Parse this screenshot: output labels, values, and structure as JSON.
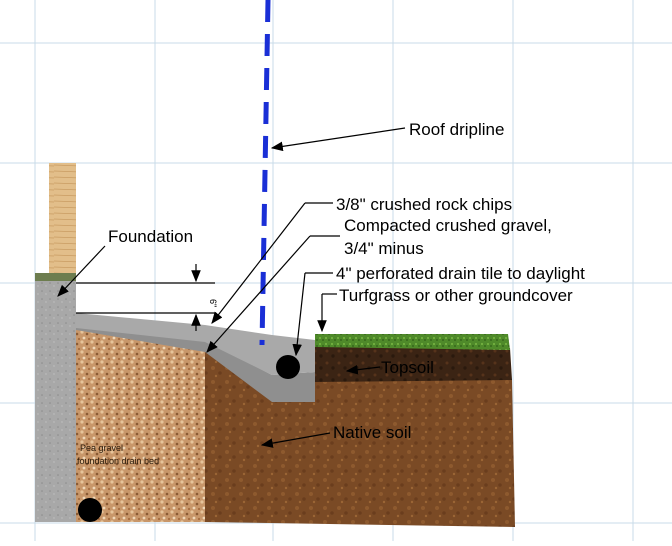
{
  "labels": {
    "roof_dripline": "Roof dripline",
    "rock_chips": "3/8\" crushed rock chips",
    "compacted_gravel_1": "Compacted crushed gravel,",
    "compacted_gravel_2": "3/4\" minus",
    "foundation": "Foundation",
    "drain_tile": "4\" perforated drain tile to daylight",
    "turfgrass": "Turfgrass or other groundcover",
    "topsoil": "Topsoil",
    "native_soil": "Native soil",
    "pea_gravel_1": "Pea gravel",
    "pea_gravel_2": "foundation drain bed",
    "dimension": "6\""
  },
  "colors": {
    "dripline": "#1a2fd6",
    "grid": "#c9dbe9",
    "foundation": "#a8a8a8",
    "pea_gravel": "#c8976a",
    "native_soil": "#7a4a25",
    "topsoil": "#3b2414",
    "turf": "#4f8a2a",
    "gravel": "#9a9a9a",
    "wood": "#e2be8a"
  }
}
